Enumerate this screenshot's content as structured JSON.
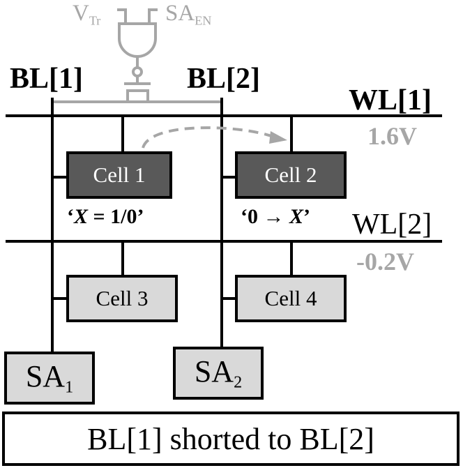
{
  "labels": {
    "vtr": "V",
    "vtr_sub": "Tr",
    "saen": "SA",
    "saen_sub": "EN",
    "bl1": "BL[1]",
    "bl2": "BL[2]",
    "wl1": "WL[1]",
    "wl1_voltage": "1.6V",
    "wl2": "WL[2]",
    "wl2_voltage": "-0.2V"
  },
  "cells": {
    "cell1": "Cell 1",
    "cell2": "Cell 2",
    "cell3": "Cell 3",
    "cell4": "Cell 4"
  },
  "annotations": {
    "cell1_q_open": "‘",
    "cell1_var": "X",
    "cell1_rest": " = 1/0’",
    "cell2_open": "‘0 → ",
    "cell2_var": "X",
    "cell2_close": "’"
  },
  "sense_amps": {
    "sa1": "SA",
    "sa1_sub": "1",
    "sa2": "SA",
    "sa2_sub": "2"
  },
  "caption": "BL[1] shorted to BL[2]",
  "colors": {
    "wire": "#000000",
    "gray": "#a6a6a6",
    "cell_selected": "#595959",
    "cell_idle": "#d9d9d9"
  }
}
